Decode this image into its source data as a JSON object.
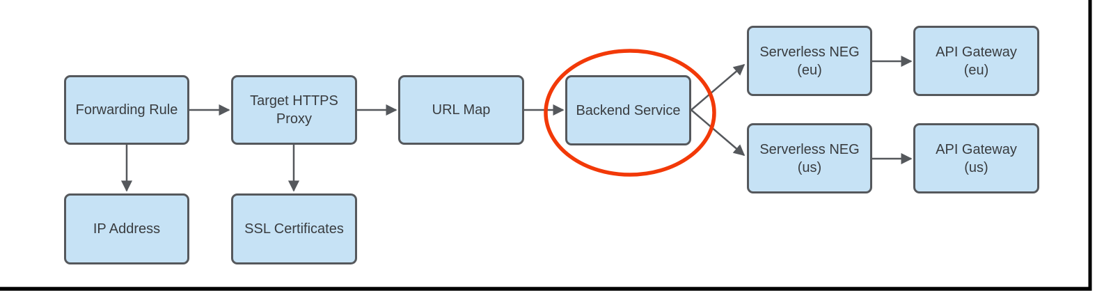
{
  "diagram": {
    "nodes": {
      "forwarding_rule": {
        "label": "Forwarding Rule"
      },
      "target_https_proxy": {
        "label": "Target HTTPS\nProxy"
      },
      "url_map": {
        "label": "URL Map"
      },
      "backend_service": {
        "label": "Backend Service"
      },
      "serverless_neg_eu": {
        "label": "Serverless NEG\n(eu)"
      },
      "api_gateway_eu": {
        "label": "API Gateway\n(eu)"
      },
      "serverless_neg_us": {
        "label": "Serverless NEG\n(us)"
      },
      "api_gateway_us": {
        "label": "API Gateway\n(us)"
      },
      "ip_address": {
        "label": "IP Address"
      },
      "ssl_certificates": {
        "label": "SSL Certificates"
      }
    },
    "edges": [
      {
        "from": "forwarding_rule",
        "to": "target_https_proxy"
      },
      {
        "from": "forwarding_rule",
        "to": "ip_address"
      },
      {
        "from": "target_https_proxy",
        "to": "url_map"
      },
      {
        "from": "target_https_proxy",
        "to": "ssl_certificates"
      },
      {
        "from": "url_map",
        "to": "backend_service"
      },
      {
        "from": "backend_service",
        "to": "serverless_neg_eu"
      },
      {
        "from": "backend_service",
        "to": "serverless_neg_us"
      },
      {
        "from": "serverless_neg_eu",
        "to": "api_gateway_eu"
      },
      {
        "from": "serverless_neg_us",
        "to": "api_gateway_us"
      }
    ],
    "annotation": {
      "type": "ellipse",
      "highlights": "backend_service"
    },
    "colors": {
      "node_fill": "#c6e2f5",
      "node_border": "#55585c",
      "arrow": "#55585c",
      "highlight_ellipse": "#f23908",
      "frame": "#000000",
      "background": "#ffffff"
    }
  }
}
